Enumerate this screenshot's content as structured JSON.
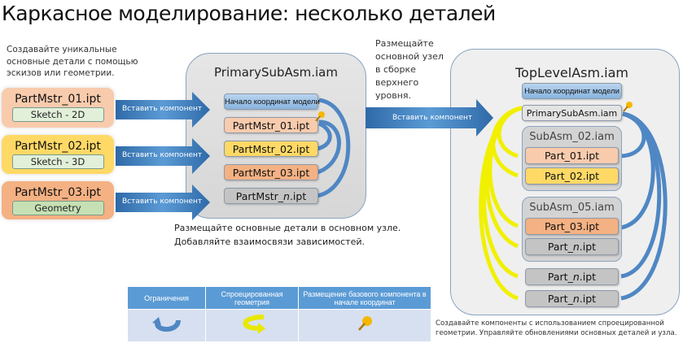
{
  "title": "Каркасное моделирование: несколько деталей",
  "left_note": [
    "Создавайте уникальные",
    "основные детали с помощью",
    "эскизов или геометрии."
  ],
  "left_parts": [
    {
      "name": "PartMstr_01.ipt",
      "source": "Sketch - 2D",
      "color": "#f8cbad"
    },
    {
      "name": "PartMstr_02.ipt",
      "source": "Sketch - 3D",
      "color": "#ffd966"
    },
    {
      "name": "PartMstr_03.ipt",
      "source": "Geometry",
      "color": "#f4b183"
    }
  ],
  "insert_label": "Вставить компонент",
  "primary": {
    "title": "PrimarySubAsm.iam",
    "origin": "Начало координат модели",
    "parts": [
      "PartMstr_01.ipt",
      "PartMstr_02.ipt",
      "PartMstr_03.ipt"
    ],
    "part_n_prefix": "PartMstr_",
    "part_n_italic": "n",
    "part_n_suffix": ".ipt"
  },
  "primary_note": [
    "Размещайте основные детали в основном узле.",
    "Добавляйте взаимосвязи зависимостей."
  ],
  "middle_note": [
    "Размещайте",
    "основной узел",
    "в сборке",
    "верхнего",
    "уровня."
  ],
  "top": {
    "title": "TopLevelAsm.iam",
    "origin": "Начало координат модели",
    "primary": "PrimarySubAsm.iam",
    "sub02": "SubAsm_02.iam",
    "part01": "Part_01.ipt",
    "part02": "Part_02.ipt",
    "sub05": "SubAsm_05.iam",
    "part03": "Part_03.ipt",
    "pn_prefix": "Part_",
    "pn_italic": "n",
    "pn_suffix": ".ipt"
  },
  "top_note": [
    "Создавайте компоненты с использованием спроецированной",
    "геометрии. Управляйте обновлениями основных деталей и узла."
  ],
  "legend": {
    "headers": [
      "Ограничения",
      "Спроецированная геометрия",
      "Размещение базового компонента в начале координат"
    ],
    "icons": [
      "blue-curved-arrow",
      "yellow-curved-arrow",
      "pushpin"
    ]
  }
}
